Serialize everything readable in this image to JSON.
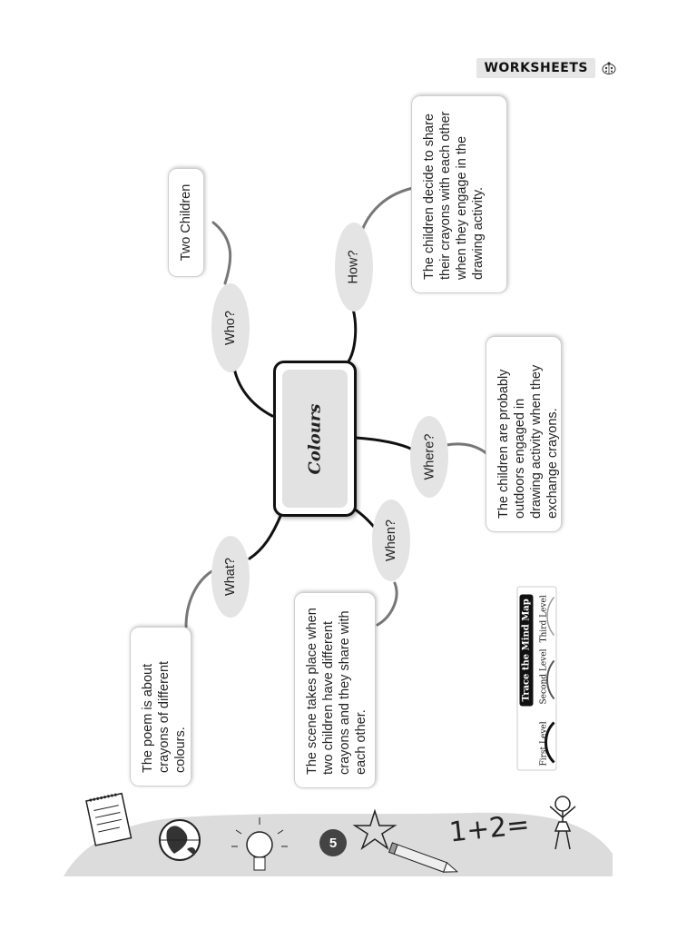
{
  "header": {
    "label": "WORKSHEETS",
    "icon": "ladybug-icon"
  },
  "mind_map": {
    "center": "Colours",
    "branches": [
      {
        "question": "Who?",
        "answer": "Two Children"
      },
      {
        "question": "How?",
        "answer": "The children decide to share their crayons with each other when they engage in the drawing activity."
      },
      {
        "question": "Where?",
        "answer": "The children are probably outdoors engaged in drawing activity when they exchange crayons."
      },
      {
        "question": "When?",
        "answer": "The scene takes place when two children have different crayons and they share with each other."
      },
      {
        "question": "What?",
        "answer": "The poem is about crayons of different colours."
      }
    ]
  },
  "legend": {
    "title": "Trace the Mind Map",
    "levels": [
      "First Level",
      "Second Level",
      "Third Level"
    ]
  },
  "footer": {
    "page_number": "5",
    "math_text": "1+2="
  }
}
